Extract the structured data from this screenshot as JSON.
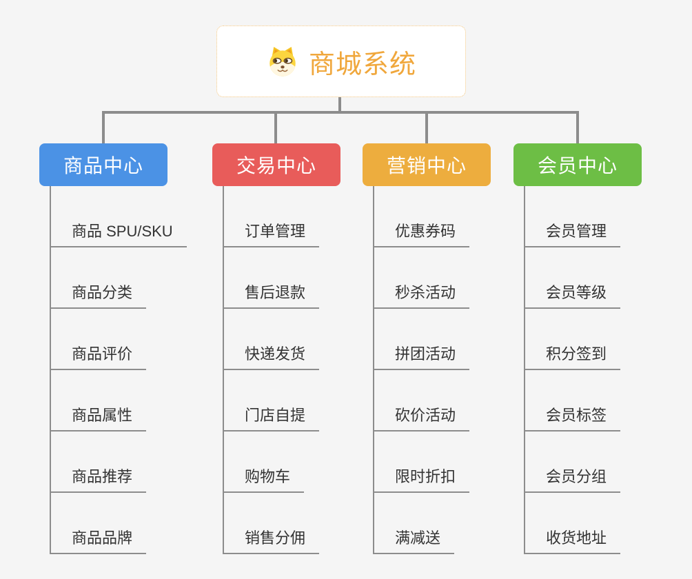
{
  "page": {
    "background": "#f5f5f5",
    "connector_color": "#8c8c8c"
  },
  "root": {
    "title": "商城系统",
    "title_color": "#f0a73c",
    "border_color": "#f3c57c",
    "icon": "dog-face-icon"
  },
  "branches": [
    {
      "label": "商品中心",
      "color": "#4b92e5",
      "children": [
        "商品 SPU/SKU",
        "商品分类",
        "商品评价",
        "商品属性",
        "商品推荐",
        "商品品牌"
      ]
    },
    {
      "label": "交易中心",
      "color": "#e85c5a",
      "children": [
        "订单管理",
        "售后退款",
        "快递发货",
        "门店自提",
        "购物车",
        "销售分佣"
      ]
    },
    {
      "label": "营销中心",
      "color": "#edad3e",
      "children": [
        "优惠券码",
        "秒杀活动",
        "拼团活动",
        "砍价活动",
        "限时折扣",
        "满减送"
      ]
    },
    {
      "label": "会员中心",
      "color": "#6dbe45",
      "children": [
        "会员管理",
        "会员等级",
        "积分签到",
        "会员标签",
        "会员分组",
        "收货地址"
      ]
    }
  ]
}
